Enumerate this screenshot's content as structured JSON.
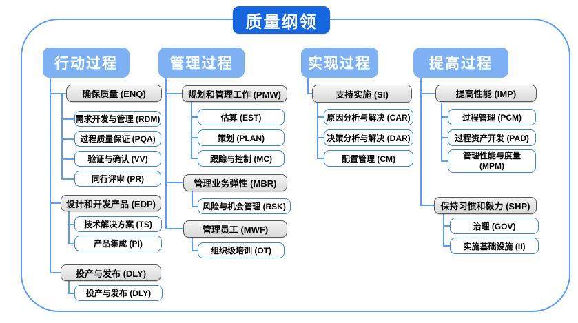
{
  "title": "质量纲领",
  "colors": {
    "title_bg": "#1666e0",
    "column_header_bg": "#7db1f3",
    "frame_border": "#5b9cf7",
    "connector": "#5b9cf7",
    "leaf_border": "#3b82dd",
    "group_bg": "#e6e6e6",
    "group_border": "#595959"
  },
  "columns": [
    {
      "header": "行动过程",
      "groups": [
        {
          "label": "确保质量 (ENQ)",
          "items": [
            "需求开发与管理 (RDM)",
            "过程质量保证 (PQA)",
            "验证与确认 (VV)",
            "同行评审 (PR)"
          ]
        },
        {
          "label": "设计和开发产品 (EDP)",
          "items": [
            "技术解决方案 (TS)",
            "产品集成 (PI)"
          ]
        },
        {
          "label": "投产与发布 (DLY)",
          "items": [
            "投产与发布 (DLY)"
          ]
        }
      ]
    },
    {
      "header": "管理过程",
      "groups": [
        {
          "label": "规划和管理工作 (PMW)",
          "items": [
            "估算 (EST)",
            "策划 (PLAN)",
            "跟踪与控制 (MC)"
          ]
        },
        {
          "label": "管理业务弹性 (MBR)",
          "items": [
            "风险与机会管理 (RSK)"
          ]
        },
        {
          "label": "管理员工 (MWF)",
          "items": [
            "组织级培训 (OT)"
          ]
        }
      ]
    },
    {
      "header": "实现过程",
      "groups": [
        {
          "label": "支持实施 (SI)",
          "items": [
            "原因分析与解决 (CAR)",
            "决策分析与解决 (DAR)",
            "配置管理 (CM)"
          ]
        }
      ]
    },
    {
      "header": "提高过程",
      "groups": [
        {
          "label": "提高性能 (IMP)",
          "items": [
            "过程管理 (PCM)",
            "过程资产开发 (PAD)",
            "管理性能与度量 (MPM)"
          ]
        },
        {
          "label": "保持习惯和毅力 (SHP)",
          "items": [
            "治理 (GOV)",
            "实施基础设施 (II)"
          ]
        }
      ]
    }
  ]
}
